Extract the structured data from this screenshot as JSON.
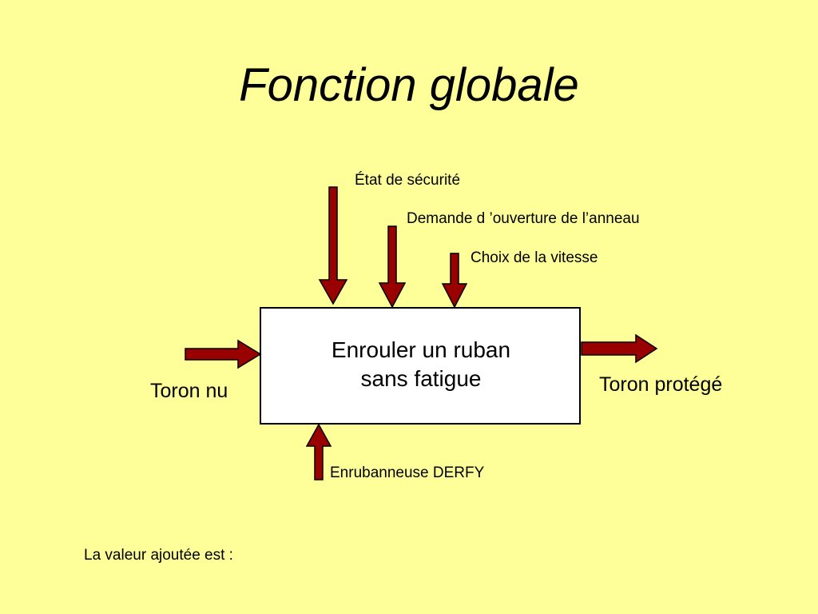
{
  "title": "Fonction globale",
  "function_box": {
    "line1": "Enrouler un ruban",
    "line2": "sans fatigue"
  },
  "inputs": {
    "material_in": "Toron nu",
    "material_out": "Toron protégé"
  },
  "controls": [
    "État de sécurité",
    "Demande d ’ouverture de l’anneau",
    "Choix de la vitesse"
  ],
  "mechanism": "Enrubanneuse DERFY",
  "footer": "La valeur ajoutée est :",
  "colors": {
    "background": "#ffff99",
    "arrow_fill": "#990000",
    "box_fill": "#ffffff"
  }
}
